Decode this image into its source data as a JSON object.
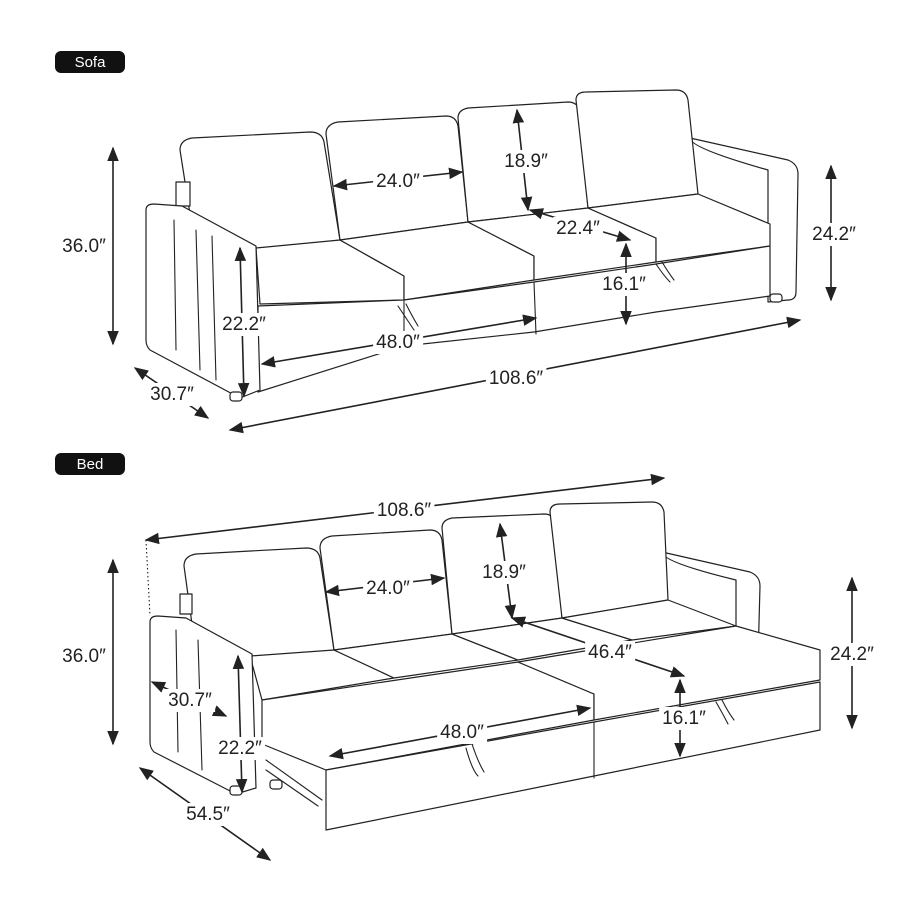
{
  "sofa": {
    "label": "Sofa",
    "dims": {
      "height": "36.0″",
      "seat_height": "22.2″",
      "depth": "30.7″",
      "back_width": "24.0″",
      "back_height": "18.9″",
      "seat_depth": "22.4″",
      "seat_cushion_height": "16.1″",
      "seat_width": "48.0″",
      "arm_height": "24.2″",
      "total_width": "108.6″"
    }
  },
  "bed": {
    "label": "Bed",
    "dims": {
      "total_width": "108.6″",
      "height": "36.0″",
      "back_width": "24.0″",
      "back_height": "18.9″",
      "bed_depth": "46.4″",
      "arm_height": "24.2″",
      "arm_depth": "30.7″",
      "seat_width": "48.0″",
      "seat_cushion_height": "16.1″",
      "seat_height": "22.2″",
      "extended_depth": "54.5″"
    }
  }
}
